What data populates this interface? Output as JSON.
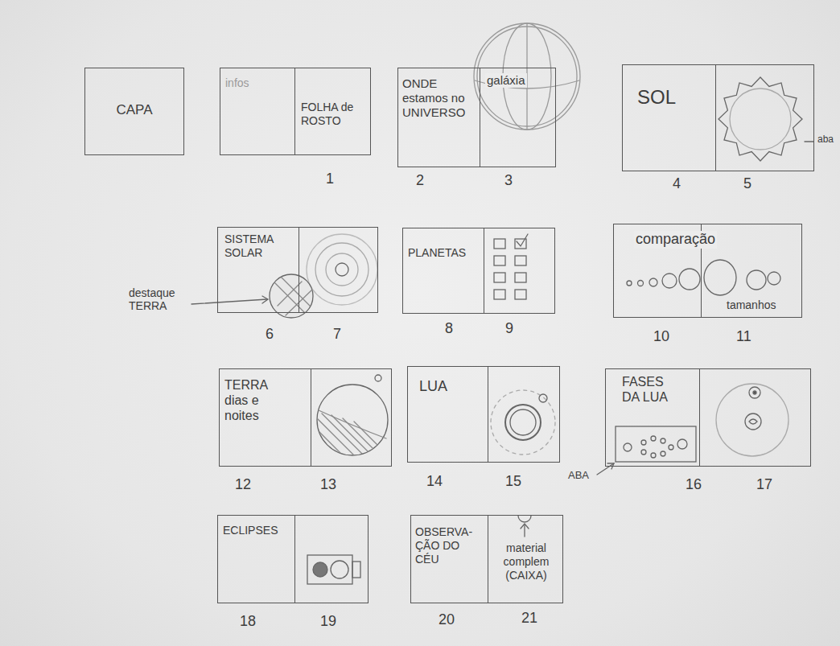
{
  "diagram": {
    "nodes": [
      {
        "text": [
          "CAPA"
        ]
      },
      {
        "text": [
          "infos",
          "FOLHA de ROSTO"
        ]
      },
      {
        "text": [
          "ONDE estamos no UNIVERSO",
          "galáxia"
        ]
      },
      {
        "text": [
          "SOL"
        ]
      },
      {
        "text": [
          "SISTEMA SOLAR"
        ]
      },
      {
        "text": [
          "PLANETAS"
        ]
      },
      {
        "text": [
          "comparação",
          "tamanhos"
        ]
      },
      {
        "text": [
          "TERRA dias e noites"
        ]
      },
      {
        "text": [
          "LUA"
        ]
      },
      {
        "text": [
          "FASES DA LUA"
        ]
      },
      {
        "text": [
          "ECLIPSES"
        ]
      },
      {
        "text": [
          "OBSERVA-ÇÃO DO CÉU",
          "material complem (CAIXA)"
        ]
      }
    ],
    "labels": [
      "1",
      "2",
      "3",
      "4",
      "5",
      "aba",
      "destaque TERRA",
      "6",
      "7",
      "8",
      "9",
      "10",
      "11",
      "12",
      "13",
      "14",
      "15",
      "ABA",
      "16",
      "17",
      "18",
      "19",
      "20",
      "21"
    ]
  }
}
